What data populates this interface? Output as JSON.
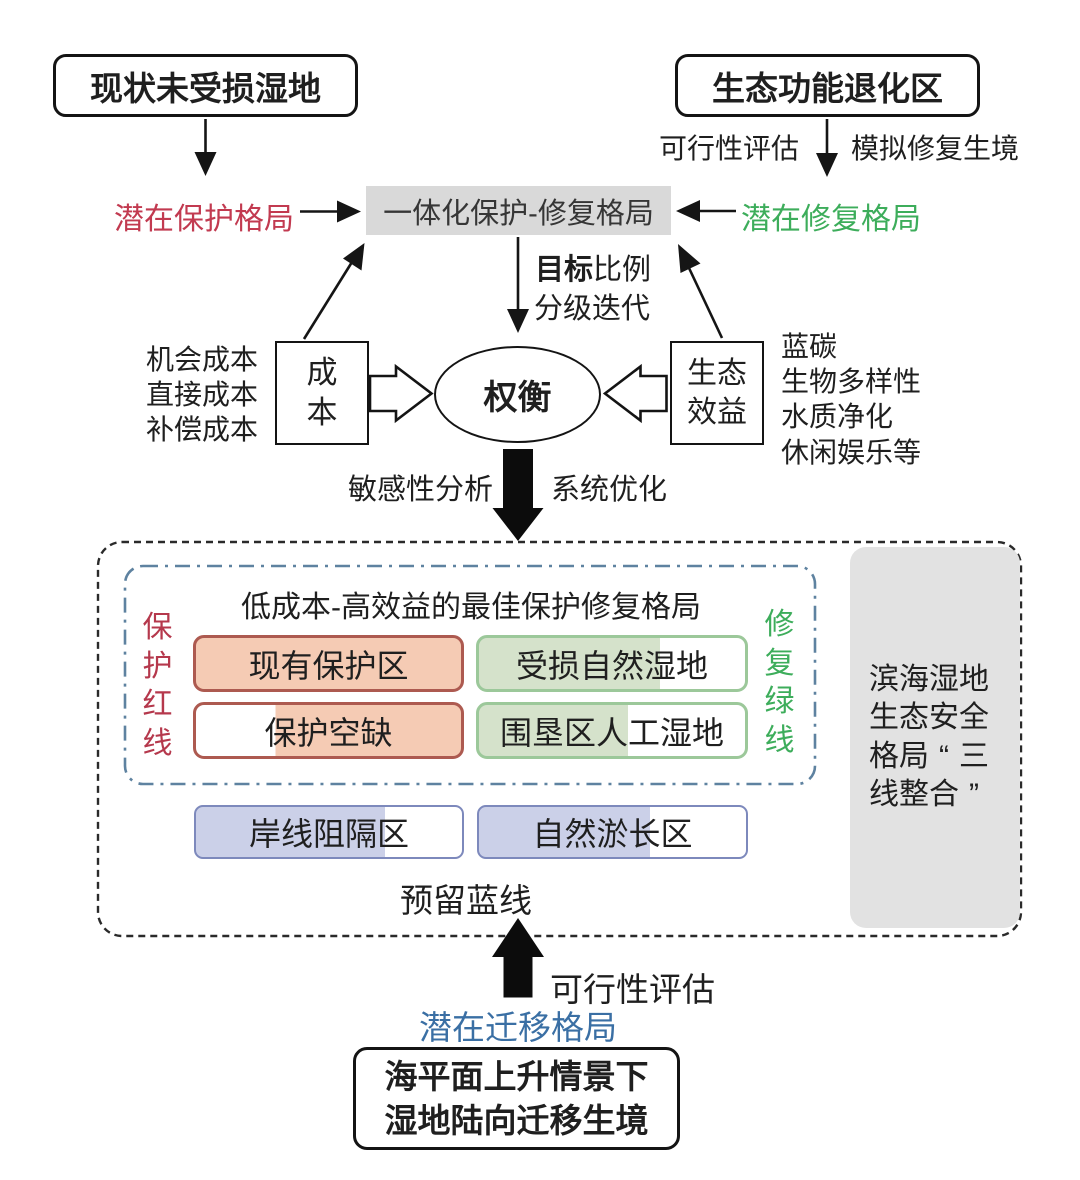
{
  "colors": {
    "ink": "#1f1f1f",
    "red_text": "#c23a50",
    "green_text": "#3dad5b",
    "blue_text": "#3a6fa4",
    "gray_fill": "#d9d9d9",
    "panel_fill": "#e2e2e2",
    "salmon_fill": "#f5cbb4",
    "red_border": "#ad5a50",
    "green_fill": "#d5e2cb",
    "green_border": "#9cc89a",
    "periwinkle_fill": "#cbd0e8",
    "blue_border": "#7d89bc",
    "dash_outer": "#2a2a2a",
    "dash_inner": "#5e82a0",
    "graybox_text": "#363636",
    "redline_text": "#b5384c"
  },
  "top": {
    "left_box": "现状未受损湿地",
    "right_box": "生态功能退化区",
    "potential_protection": "潜在保护格局",
    "potential_restoration": "潜在修复格局",
    "feasibility": "可行性评估",
    "simulate_restoration_habitat": "模拟修复生境",
    "integrated_pattern": "一体化保护-修复格局"
  },
  "middle": {
    "target_bold": "目标",
    "target_rest": "比例",
    "grading_iteration": "分级迭代",
    "tradeoff": "权衡",
    "cost_box": "成本",
    "benefit_box_line1": "生态",
    "benefit_box_line2": "效益",
    "cost_items": [
      "机会成本",
      "直接成本",
      "补偿成本"
    ],
    "benefit_items": [
      "蓝碳",
      "生物多样性",
      "水质净化",
      "休闲娱乐等"
    ],
    "sensitivity_analysis": "敏感性分析",
    "system_optimization": "系统优化"
  },
  "result_panel": {
    "title": "低成本-高效益的最佳保护修复格局",
    "left_vertical": "保护红线",
    "right_vertical": "修复绿线",
    "boxes": [
      {
        "label": "现有保护区",
        "type": "red",
        "fill": {
          "color": "salmon_fill",
          "from": 0,
          "to": 100
        }
      },
      {
        "label": "受损自然湿地",
        "type": "green",
        "fill": {
          "color": "green_fill",
          "from": 0,
          "to": 68
        }
      },
      {
        "label": "保护空缺",
        "type": "red",
        "fill": {
          "color": "salmon_fill",
          "from": 30,
          "to": 100
        }
      },
      {
        "label": "围垦区人工湿地",
        "type": "green",
        "fill": {
          "color": "green_fill",
          "from": 0,
          "to": 56
        }
      }
    ],
    "blue_boxes": [
      {
        "label": "岸线阻隔区",
        "fill": {
          "color": "periwinkle_fill",
          "from": 0,
          "to": 71
        }
      },
      {
        "label": "自然淤长区",
        "fill": {
          "color": "periwinkle_fill",
          "from": 0,
          "to": 64
        }
      }
    ],
    "reserved_blue_line": "预留蓝线",
    "side_panel_lines": [
      "滨海湿地",
      "生态安全",
      "格局“三",
      "线整合”"
    ]
  },
  "bottom": {
    "feasibility": "可行性评估",
    "potential_migration": "潜在迁移格局",
    "box_line1": "海平面上升情景下",
    "box_line2": "湿地陆向迁移生境"
  }
}
